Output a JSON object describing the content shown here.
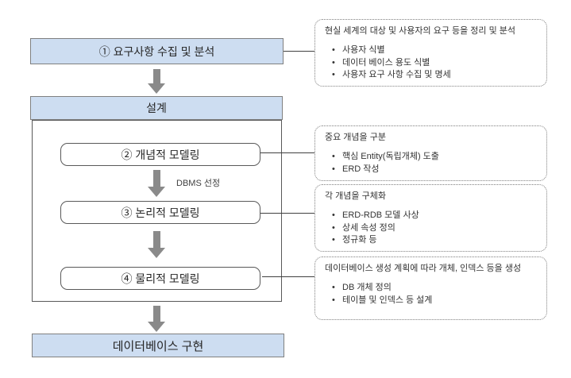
{
  "steps": [
    {
      "id": "requirements",
      "label": "① 요구사항 수집 및 분석"
    },
    {
      "id": "design",
      "label": "설계"
    },
    {
      "id": "conceptual",
      "label": "② 개념적 모델링"
    },
    {
      "id": "logical",
      "label": "③ 논리적 모델링"
    },
    {
      "id": "physical",
      "label": "④ 물리적 모델링"
    },
    {
      "id": "implementation",
      "label": "데이터베이스 구현"
    }
  ],
  "dbms_label": "DBMS 선정",
  "annotations": [
    {
      "title": "현실 세계의 대상 및 사용자의 요구 등을 정리 및 분석",
      "bullets": [
        "사용자 식별",
        "데이터 베이스 용도 식별",
        "사용자 요구 사항 수집 및 명세"
      ]
    },
    {
      "title": "중요 개념을 구분",
      "bullets": [
        "핵심 Entity(독립개체) 도출",
        "ERD 작성"
      ]
    },
    {
      "title": "각 개념을 구체화",
      "bullets": [
        "ERD-RDB 모델 사상",
        "상세 속성 정의",
        "정규화 등"
      ]
    },
    {
      "title": "데이터베이스 생성 계획에 따라 개체, 인덱스 등을 생성",
      "bullets": [
        "DB 개체 정의",
        "테이블 및 인덱스 등 설계"
      ]
    }
  ],
  "colors": {
    "process_box_fill": "#cdddf1",
    "process_box_border": "#808080",
    "arrow_gray": "#8a8a8a",
    "connector_line": "#404040"
  }
}
